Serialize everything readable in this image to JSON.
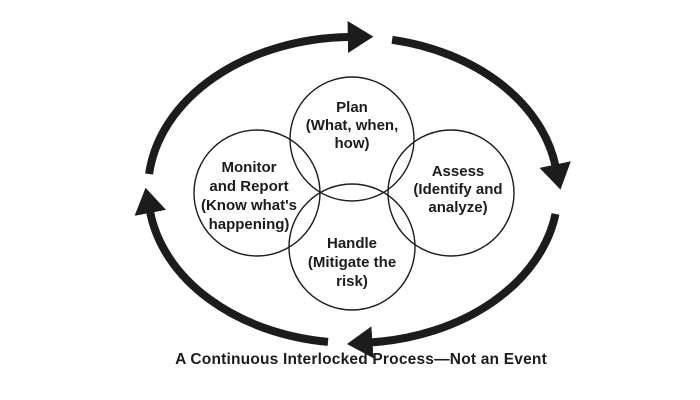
{
  "colors": {
    "ink": "#1c1c1c",
    "background": "#ffffff"
  },
  "circles": {
    "plan": {
      "lines": [
        "Plan",
        "(What, when,",
        "how)"
      ]
    },
    "monitor": {
      "lines": [
        "Monitor",
        "and Report",
        "(Know what's",
        "happening)"
      ]
    },
    "assess": {
      "lines": [
        "Assess",
        "(Identify and",
        "analyze)"
      ]
    },
    "handle": {
      "lines": [
        "Handle",
        "(Mitigate the",
        "risk)"
      ]
    }
  },
  "caption": "A Continuous Interlocked Process—Not an Event",
  "icons": {
    "arrows": "clockwise-cycle-arrowheads"
  }
}
